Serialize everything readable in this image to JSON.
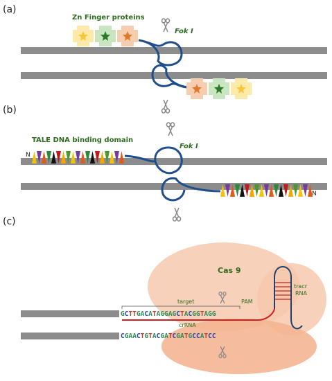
{
  "panels": {
    "a": {
      "label": "(a)",
      "title": "Zn Finger proteins",
      "enzyme": "Fok I",
      "finger_colors": [
        "#f6c93a",
        "#2d7a2d",
        "#e07a2a"
      ]
    },
    "b": {
      "label": "(b)",
      "title": "TALE DNA binding domain",
      "enzyme": "Fok I",
      "n_terminal": "N",
      "repeat_colors": [
        "#f4c20d",
        "#7a3a9a",
        "#e05a1a",
        "#2a8a3a",
        "#111111",
        "#c01a1a",
        "#f7a600",
        "#4a9a2a"
      ]
    },
    "c": {
      "label": "(c)",
      "protein": "Cas 9",
      "tracr_line1": "tracr",
      "tracr_line2": "RNA",
      "target_label": "target",
      "pam_label": "PAM",
      "crrna_label": "crRNA",
      "top_strand": "GCTTGACATAGGAGCTACGGTAGG",
      "bottom_strand": "CGAACTGTACGATCGATGCCATCC",
      "base_colors": {
        "A": "#2e8b57",
        "C": "#1f3fae",
        "G": "#2e8b57",
        "T": "#c0392b"
      }
    }
  },
  "colors": {
    "dna": "#8c8c8c",
    "fok_outline": "#1f4e8c",
    "cas9_fill": "#f7c9ae",
    "crrna": "#d11f1f",
    "tracr": "#1f3f6e"
  }
}
